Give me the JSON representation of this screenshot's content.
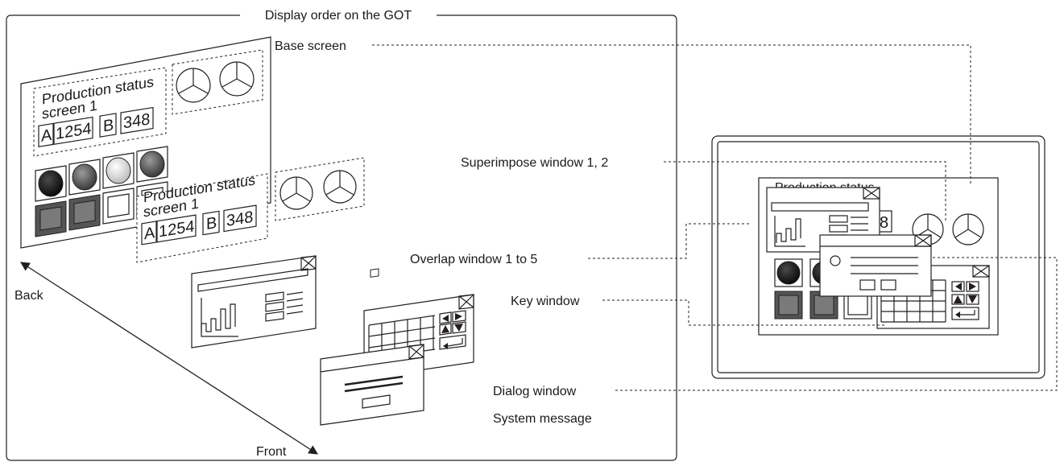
{
  "title": "Display order on the GOT",
  "labels": {
    "base_screen": "Base screen",
    "superimpose_window": "Superimpose window 1, 2",
    "overlap_window": "Overlap window 1 to 5",
    "key_window": "Key window",
    "dialog_window": "Dialog window",
    "system_message": "System message",
    "back": "Back",
    "front": "Front"
  },
  "production_screen": {
    "title_line1": "Production status",
    "title_line2": "screen 1",
    "tag_a": "A",
    "value_a": "1254",
    "tag_b": "B",
    "value_b": "348"
  },
  "got_preview": {
    "title_partial": "Production status",
    "value_partial": "8"
  }
}
